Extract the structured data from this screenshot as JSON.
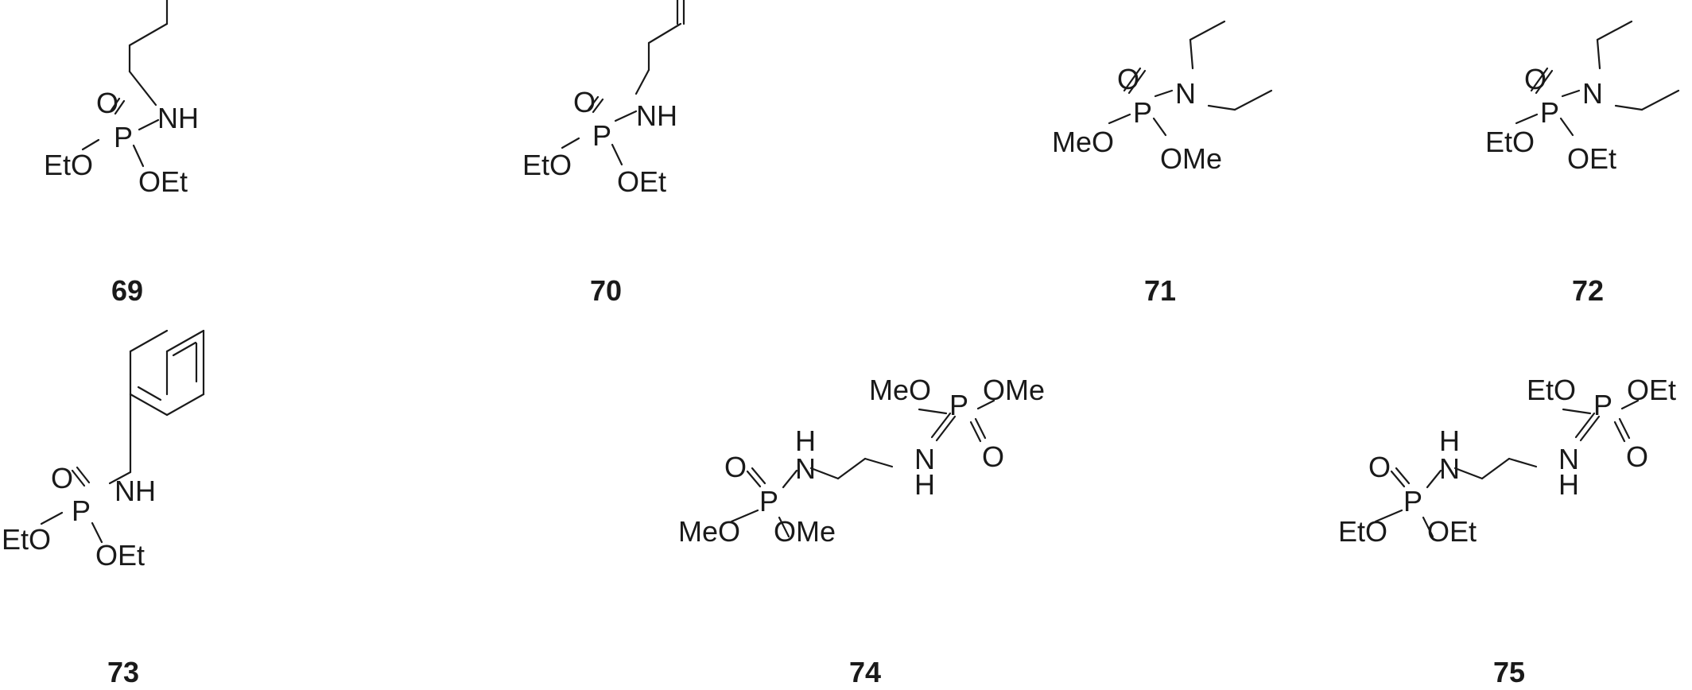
{
  "compounds": [
    {
      "id": "69",
      "atoms": {
        "o": "O",
        "p": "P",
        "nh": "NH",
        "eto": "EtO",
        "oet": "OEt"
      }
    },
    {
      "id": "70",
      "atoms": {
        "o": "O",
        "p": "P",
        "nh": "NH",
        "eto": "EtO",
        "oet": "OEt"
      }
    },
    {
      "id": "71",
      "atoms": {
        "o": "O",
        "p": "P",
        "n": "N",
        "meo": "MeO",
        "ome": "OMe"
      }
    },
    {
      "id": "72",
      "atoms": {
        "o": "O",
        "p": "P",
        "n": "N",
        "eto": "EtO",
        "oet": "OEt"
      }
    },
    {
      "id": "73",
      "atoms": {
        "o": "O",
        "p": "P",
        "nh": "NH",
        "eto": "EtO",
        "oet": "OEt"
      }
    },
    {
      "id": "74",
      "atoms": {
        "o1": "O",
        "p1": "P",
        "n1": "N",
        "h1": "H",
        "meo1": "MeO",
        "ome1": "OMe",
        "n2": "N",
        "h2": "H",
        "p2": "P",
        "o2": "O",
        "meo2": "MeO",
        "ome2": "OMe"
      }
    },
    {
      "id": "75",
      "atoms": {
        "o1": "O",
        "p1": "P",
        "n1": "N",
        "h1": "H",
        "eto1": "EtO",
        "oet1": "OEt",
        "n2": "N",
        "h2": "H",
        "p2": "P",
        "o2": "O",
        "eto2": "EtO",
        "oet2": "OEt"
      }
    }
  ]
}
